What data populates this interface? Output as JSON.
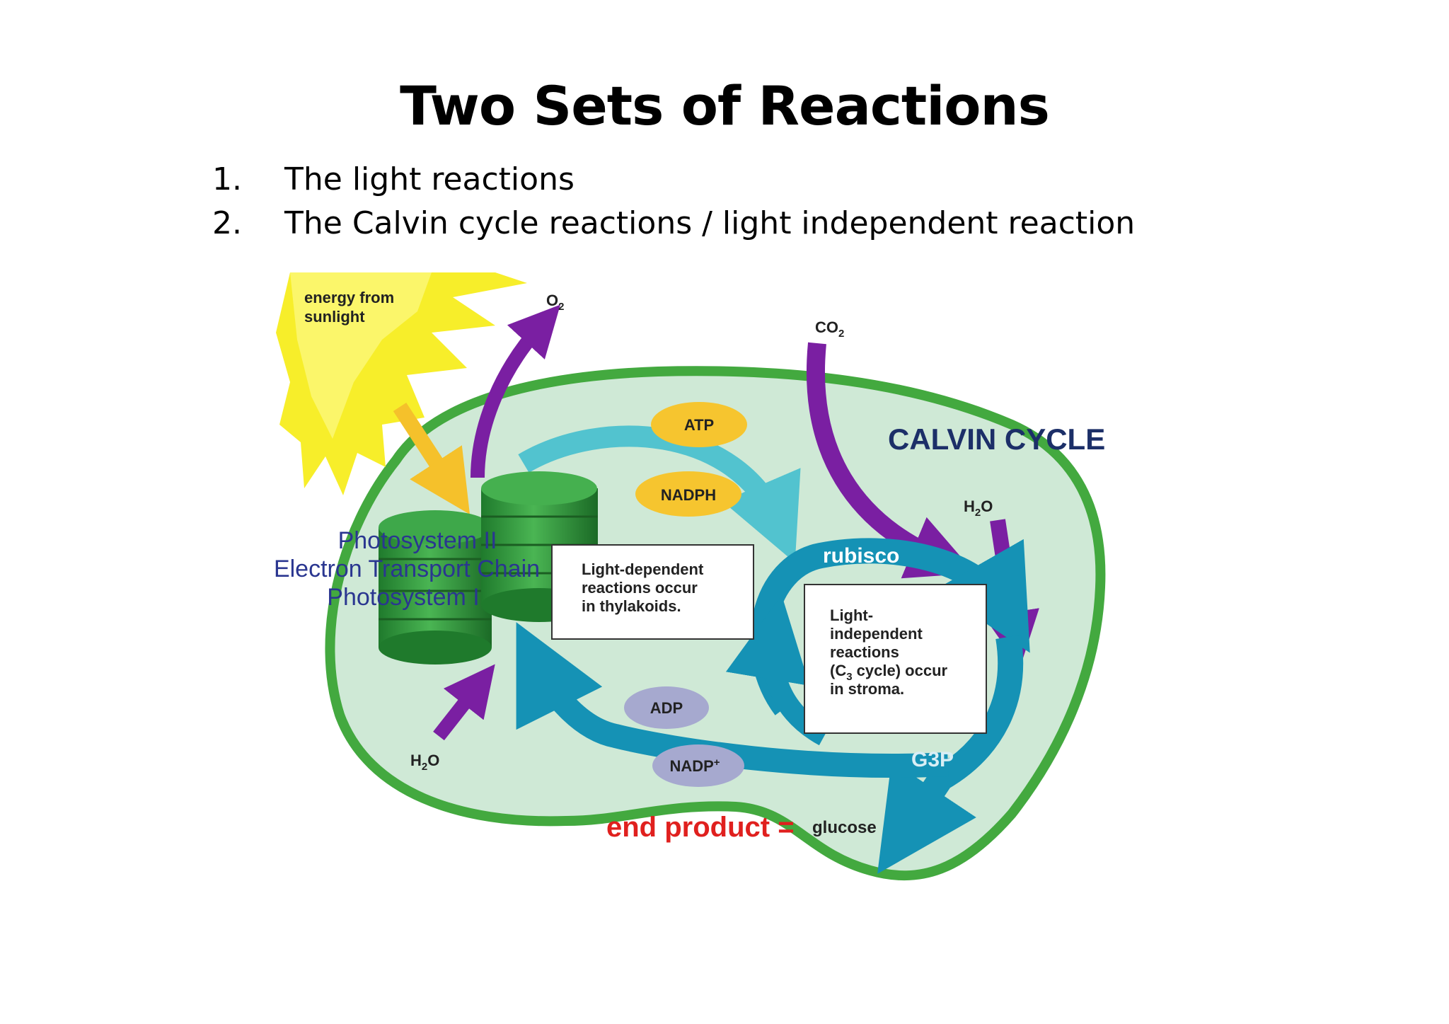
{
  "title": "Two Sets of Reactions",
  "list": [
    {
      "num": "1.",
      "text": "The light reactions"
    },
    {
      "num": "2.",
      "text": "The Calvin cycle reactions / light independent reaction"
    }
  ],
  "diagram": {
    "sun_label_line1": "energy from",
    "sun_label_line2": "sunlight",
    "o2": "O",
    "o2_sub": "2",
    "co2": "CO",
    "co2_sub": "2",
    "h2o_top": "H",
    "h2o_top_sub": "2",
    "h2o_top_o": "O",
    "h2o_bottom": "H",
    "h2o_bottom_sub": "2",
    "h2o_bottom_o": "O",
    "calvin_cycle": "CALVIN CYCLE",
    "atp": "ATP",
    "nadph": "NADPH",
    "adp": "ADP",
    "nadp": "NADP",
    "nadp_sup": "+",
    "rubisco": "rubisco",
    "g3p": "G3P",
    "photosystem_lines": [
      "Photosystem II",
      "Electron Transport Chain",
      "Photosystem I"
    ],
    "light_dep_lines": [
      "Light-dependent",
      "reactions occur",
      "in thylakoids."
    ],
    "light_indep_lines": [
      "Light-",
      "independent",
      "reactions"
    ],
    "c3_pre": "(C",
    "c3_sub": "3",
    "c3_post": " cycle) occur",
    "in_stroma": "in stroma.",
    "end_product": "end product =",
    "glucose": "glucose",
    "colors": {
      "membrane": "#43a93f",
      "stroma": "#cfe9d6",
      "cycle_blue": "#1592b5",
      "purple": "#7a1fa2",
      "sun": "#f7ee2a",
      "end_product": "#e0201e",
      "navy": "#1c2f68",
      "ps_text": "#2a3690"
    }
  }
}
